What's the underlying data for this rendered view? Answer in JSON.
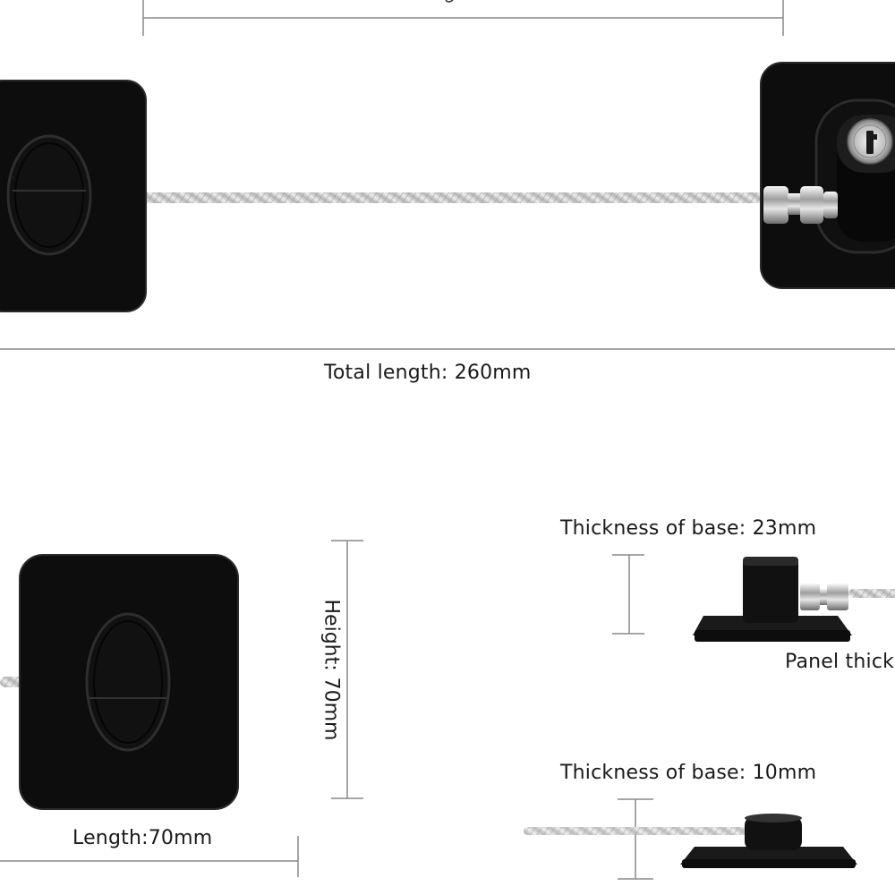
{
  "labels": {
    "total_length": "Total length: 260mm",
    "height": "Height: 70mm",
    "length": "Length:70mm",
    "base_thickness_23": "Thickness of base: 23mm",
    "panel_thickness": "Panel thick",
    "base_thickness_10": "Thickness of base: 10mm"
  },
  "colors": {
    "product_body": "#0d0d0d",
    "dimension_line": "#888888",
    "cable": "#c9c9c9",
    "background": "#ffffff"
  },
  "icons": [
    "lock-cylinder-icon",
    "keyhole-icon"
  ]
}
